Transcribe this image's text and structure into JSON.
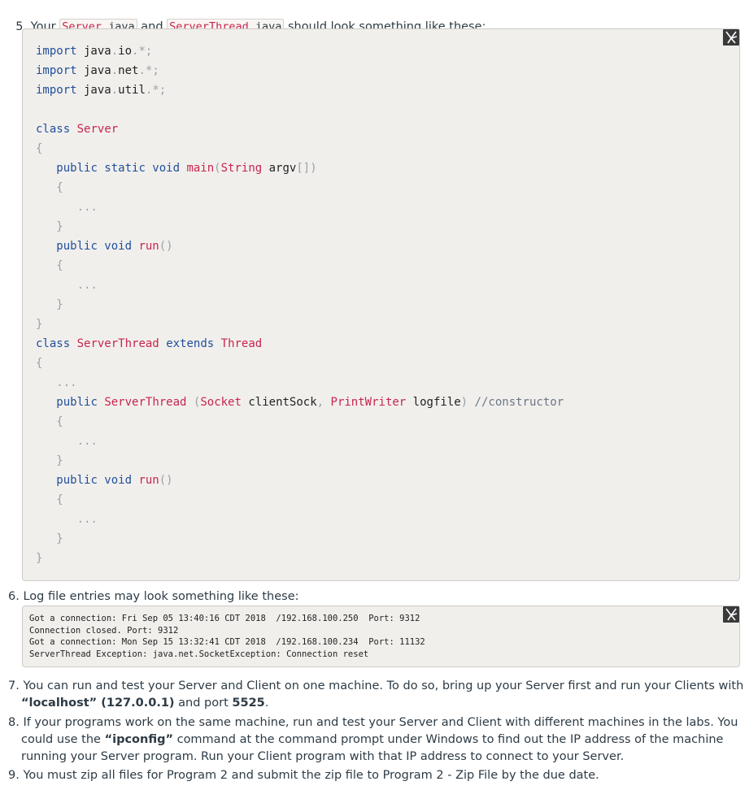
{
  "step5": {
    "prefix": "5. Your ",
    "file1_name": "Server",
    "file1_ext": "java",
    "mid": " and ",
    "file2_name": "ServerThread",
    "file2_ext": "java",
    "suffix": " should look something like these:"
  },
  "code_lines": [
    [
      [
        "kw",
        "import"
      ],
      [
        "plain",
        " java"
      ],
      [
        "punc",
        "."
      ],
      [
        "plain",
        "io"
      ],
      [
        "punc",
        ".*;"
      ]
    ],
    [
      [
        "kw",
        "import"
      ],
      [
        "plain",
        " java"
      ],
      [
        "punc",
        "."
      ],
      [
        "plain",
        "net"
      ],
      [
        "punc",
        ".*;"
      ]
    ],
    [
      [
        "kw",
        "import"
      ],
      [
        "plain",
        " java"
      ],
      [
        "punc",
        "."
      ],
      [
        "plain",
        "util"
      ],
      [
        "punc",
        ".*;"
      ]
    ],
    [],
    [
      [
        "kw",
        "class"
      ],
      [
        "plain",
        " "
      ],
      [
        "cls",
        "Server"
      ]
    ],
    [
      [
        "punc",
        "{"
      ]
    ],
    [
      [
        "plain",
        "   "
      ],
      [
        "kw",
        "public static void"
      ],
      [
        "plain",
        " "
      ],
      [
        "cls",
        "main"
      ],
      [
        "punc",
        "("
      ],
      [
        "cls",
        "String"
      ],
      [
        "plain",
        " argv"
      ],
      [
        "punc",
        "[])"
      ]
    ],
    [
      [
        "plain",
        "   "
      ],
      [
        "punc",
        "{"
      ]
    ],
    [
      [
        "plain",
        "      "
      ],
      [
        "punc",
        "..."
      ]
    ],
    [
      [
        "plain",
        "   "
      ],
      [
        "punc",
        "}"
      ]
    ],
    [
      [
        "plain",
        "   "
      ],
      [
        "kw",
        "public void"
      ],
      [
        "plain",
        " "
      ],
      [
        "cls",
        "run"
      ],
      [
        "punc",
        "()"
      ]
    ],
    [
      [
        "plain",
        "   "
      ],
      [
        "punc",
        "{"
      ]
    ],
    [
      [
        "plain",
        "      "
      ],
      [
        "punc",
        "..."
      ]
    ],
    [
      [
        "plain",
        "   "
      ],
      [
        "punc",
        "}"
      ]
    ],
    [
      [
        "punc",
        "}"
      ]
    ],
    [
      [
        "kw",
        "class"
      ],
      [
        "plain",
        " "
      ],
      [
        "cls",
        "ServerThread"
      ],
      [
        "plain",
        " "
      ],
      [
        "kw",
        "extends"
      ],
      [
        "plain",
        " "
      ],
      [
        "cls",
        "Thread"
      ]
    ],
    [
      [
        "punc",
        "{"
      ]
    ],
    [
      [
        "plain",
        "   "
      ],
      [
        "punc",
        "..."
      ]
    ],
    [
      [
        "plain",
        "   "
      ],
      [
        "kw",
        "public"
      ],
      [
        "plain",
        " "
      ],
      [
        "cls",
        "ServerThread"
      ],
      [
        "plain",
        " "
      ],
      [
        "punc",
        "("
      ],
      [
        "cls",
        "Socket"
      ],
      [
        "plain",
        " clientSock"
      ],
      [
        "punc",
        ","
      ],
      [
        "plain",
        " "
      ],
      [
        "cls",
        "PrintWriter"
      ],
      [
        "plain",
        " logfile"
      ],
      [
        "punc",
        ")"
      ],
      [
        "plain",
        " "
      ],
      [
        "cmt",
        "//constructor"
      ]
    ],
    [
      [
        "plain",
        "   "
      ],
      [
        "punc",
        "{"
      ]
    ],
    [
      [
        "plain",
        "      "
      ],
      [
        "punc",
        "..."
      ]
    ],
    [
      [
        "plain",
        "   "
      ],
      [
        "punc",
        "}"
      ]
    ],
    [
      [
        "plain",
        "   "
      ],
      [
        "kw",
        "public void"
      ],
      [
        "plain",
        " "
      ],
      [
        "cls",
        "run"
      ],
      [
        "punc",
        "()"
      ]
    ],
    [
      [
        "plain",
        "   "
      ],
      [
        "punc",
        "{"
      ]
    ],
    [
      [
        "plain",
        "      "
      ],
      [
        "punc",
        "..."
      ]
    ],
    [
      [
        "plain",
        "   "
      ],
      [
        "punc",
        "}"
      ]
    ],
    [
      [
        "punc",
        "}"
      ]
    ]
  ],
  "step6": {
    "text": "6. Log file entries may look something like these:"
  },
  "log_lines": [
    "Got a connection: Fri Sep 05 13:40:16 CDT 2018  /192.168.100.250  Port: 9312",
    "Connection closed. Port: 9312",
    "Got a connection: Mon Sep 15 13:32:41 CDT 2018  /192.168.100.234  Port: 11132",
    "ServerThread Exception: java.net.SocketException: Connection reset"
  ],
  "step7": {
    "a": "7. You can run and test your Server and Client on one machine. To do so, bring up your Server first and run your Clients with ",
    "b": "“localhost” (127.0.0.1)",
    "c": " and port ",
    "d": "5525",
    "e": "."
  },
  "step8": {
    "a": "8. If your programs work on the same machine, run and test your Server and Client with different machines in the labs. You could use the ",
    "b": "“ipconfig”",
    "c": " command at the command prompt under Windows to find out the IP address of the machine running your Server program. Run your Client program with that IP address to connect to your Server."
  },
  "step9": {
    "text": "9. You must zip all files for Program 2 and submit the zip file to Program 2 - Zip File by the due date."
  },
  "icons": {
    "expand": "expand-icon"
  }
}
